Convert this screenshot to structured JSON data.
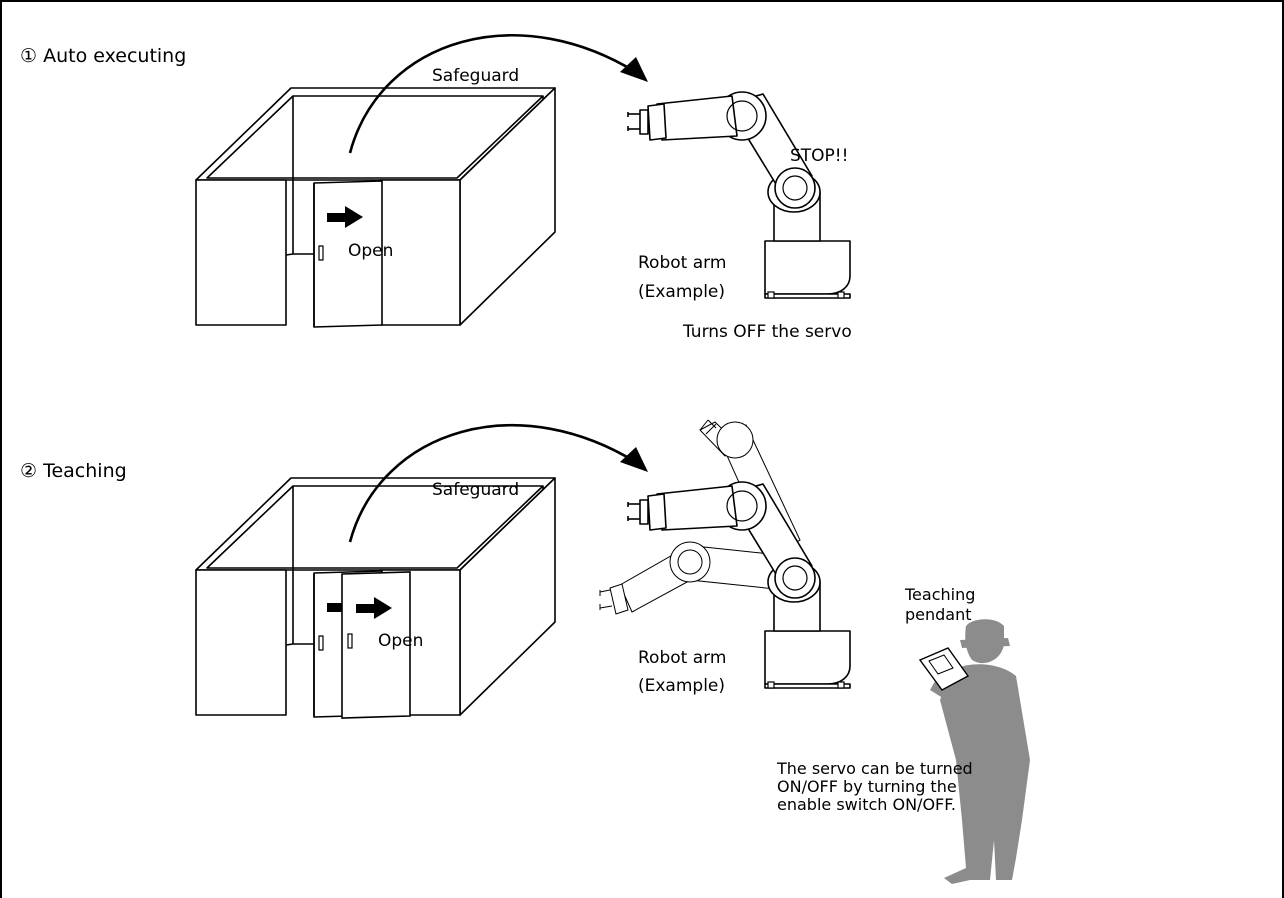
{
  "section1": {
    "number": "①",
    "heading": "Auto executing",
    "safeguard": "Safeguard",
    "door": "Open",
    "stop": "STOP!!",
    "robot_line1": "Robot arm",
    "robot_line2": "(Example)",
    "servo_note": "Turns OFF the servo"
  },
  "section2": {
    "number": "②",
    "heading": "Teaching",
    "safeguard": "Safeguard",
    "door": "Open",
    "robot_line1": "Robot arm",
    "robot_line2": "(Example)",
    "pendant_line1": "Teaching",
    "pendant_line2": "pendant",
    "note_line1": "The servo can be turned",
    "note_line2": "ON/OFF by turning the",
    "note_line3": "enable switch ON/OFF."
  },
  "colors": {
    "line": "#000000",
    "robot": "#ffffff",
    "person": "#8c8c8c"
  }
}
